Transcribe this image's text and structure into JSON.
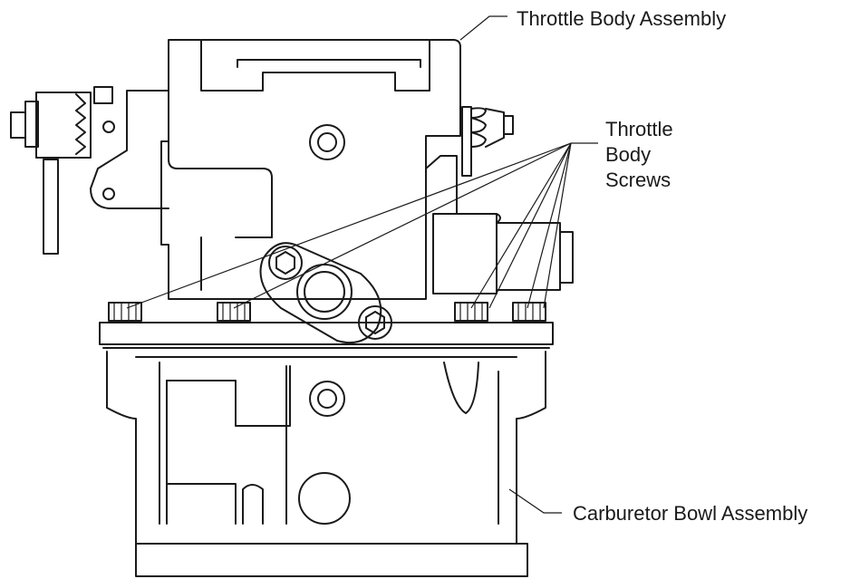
{
  "labels": {
    "throttle_body_assembly": "Throttle Body Assembly",
    "throttle_body_screws": [
      "Throttle",
      "Body",
      "Screws"
    ],
    "carburetor_bowl_assembly": "Carburetor Bowl Assembly"
  },
  "colors": {
    "line": "#1a1a1a",
    "background": "#ffffff"
  }
}
